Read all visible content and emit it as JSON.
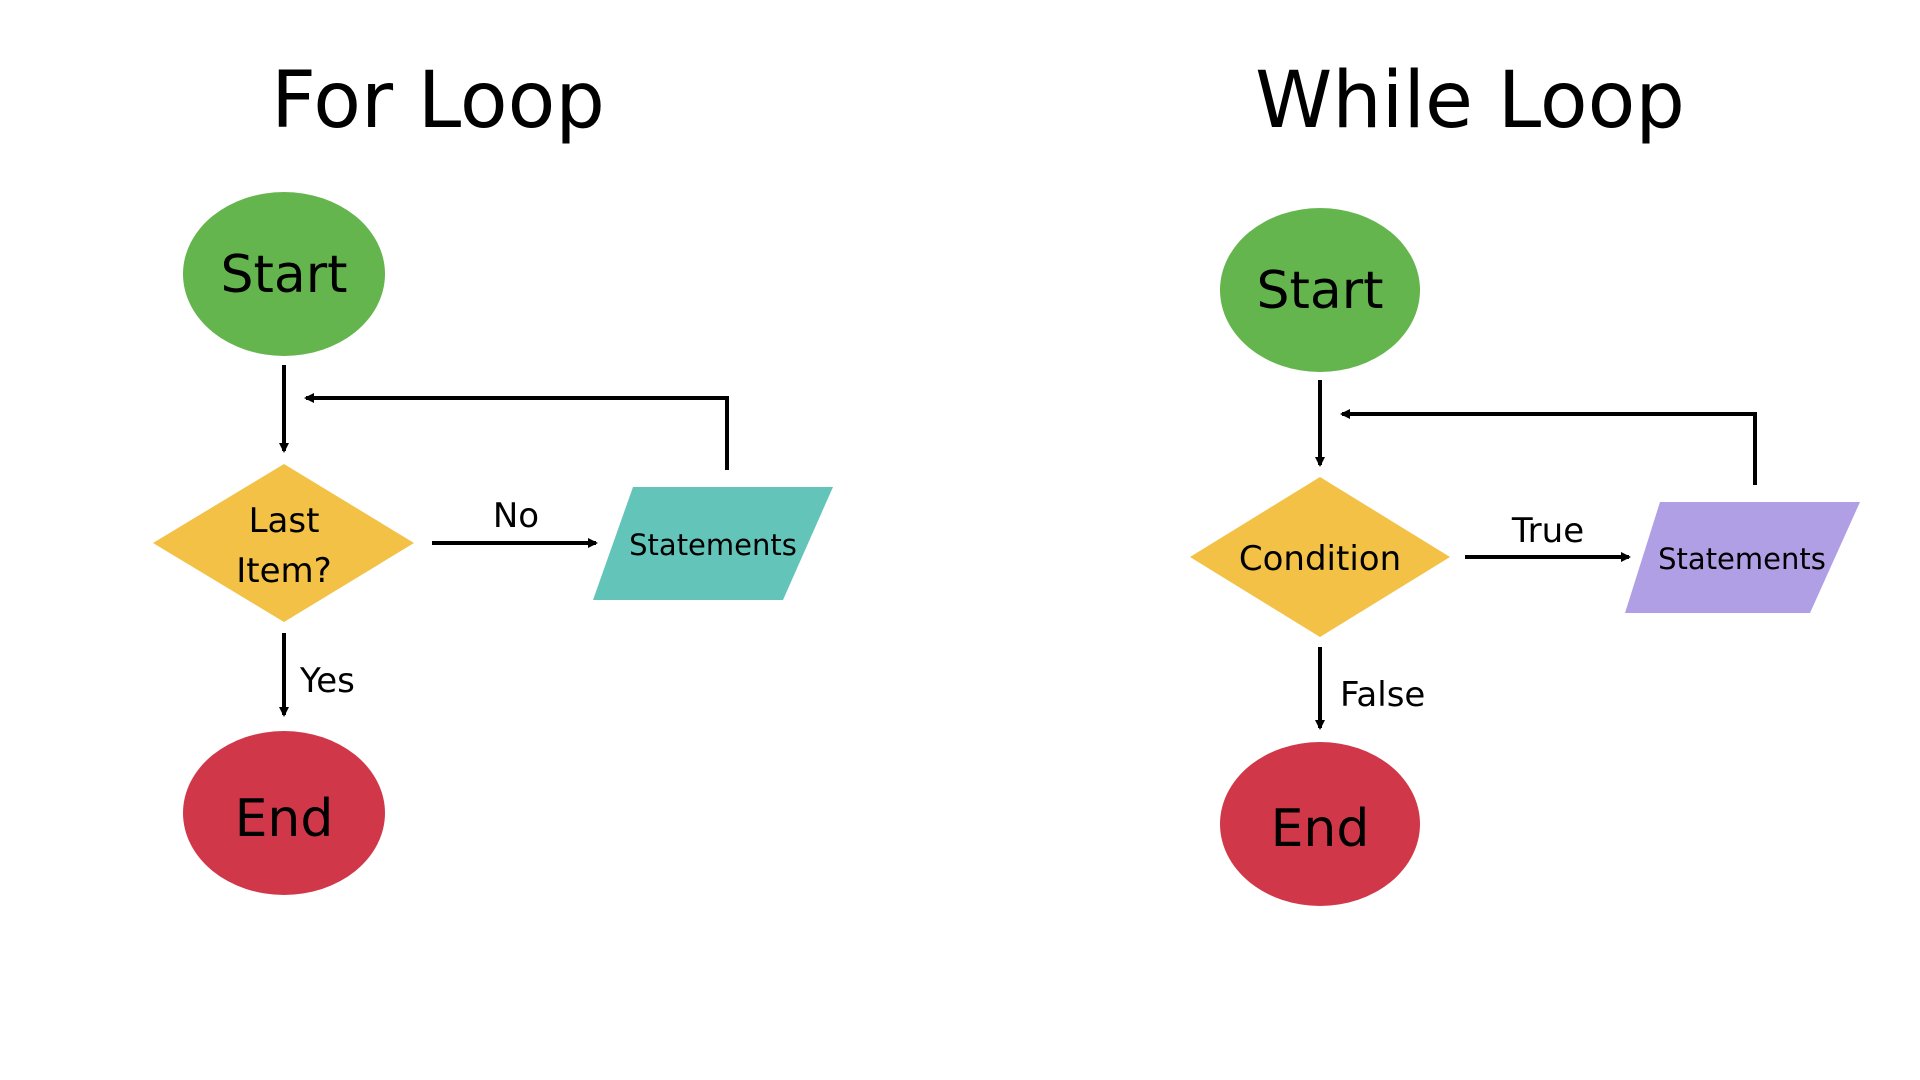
{
  "for_loop": {
    "title": "For Loop",
    "start_label": "Start",
    "condition_label_line1": "Last",
    "condition_label_line2": "Item?",
    "no_label": "No",
    "statements_label": "Statements",
    "yes_label": "Yes",
    "end_label": "End"
  },
  "while_loop": {
    "title": "While Loop",
    "start_label": "Start",
    "condition_label": "Condition",
    "true_label": "True",
    "statements_label": "Statements",
    "false_label": "False",
    "end_label": "End"
  },
  "colors": {
    "start": "#65b54e",
    "decision": "#f2c146",
    "end": "#d0384a",
    "statements_for": "#63c5ba",
    "statements_while": "#b19fe6",
    "line": "#000000"
  }
}
